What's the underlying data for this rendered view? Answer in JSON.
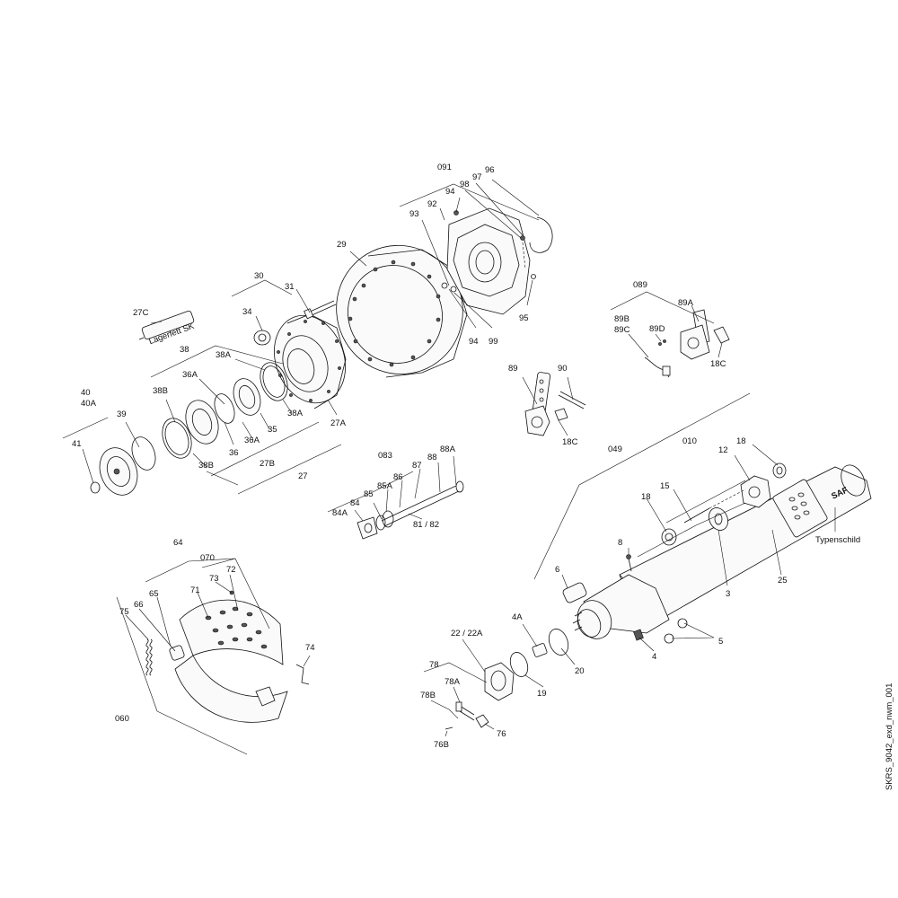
{
  "drawing_id": "SKRS_9042_exd_nwm_001",
  "nameplate_text": "SAF",
  "callouts": [
    "091",
    "96",
    "97",
    "98",
    "94",
    "92",
    "93",
    "95",
    "94",
    "99",
    "29",
    "30",
    "31",
    "34",
    "27C",
    "Lagerfett SK",
    "38",
    "38A",
    "36A",
    "38B",
    "36",
    "36A",
    "35",
    "38A",
    "38B",
    "27B",
    "27A",
    "27",
    "40",
    "40A",
    "39",
    "41",
    "089",
    "89A",
    "89B",
    "89C",
    "89D",
    "18C",
    "89",
    "90",
    "18C",
    "083",
    "88A",
    "88",
    "87",
    "86",
    "85A",
    "85",
    "84",
    "84A",
    "81 / 82",
    "049",
    "010",
    "18",
    "12",
    "15",
    "18",
    "3",
    "25",
    "Typenschild",
    "64",
    "070",
    "72",
    "73",
    "71",
    "66",
    "65",
    "75",
    "74",
    "060",
    "8",
    "6",
    "4A",
    "22 / 22A",
    "5",
    "4",
    "20",
    "19",
    "78",
    "78A",
    "78B",
    "76",
    "76B"
  ]
}
